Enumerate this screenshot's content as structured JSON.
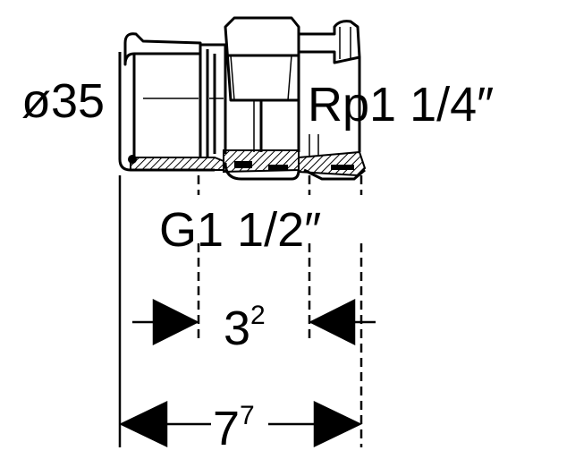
{
  "labels": {
    "pipe_diameter": "ø35",
    "inner_thread": "Rp1 1/4″",
    "outer_thread": "G1 1/2″"
  },
  "dimensions": {
    "short": {
      "base": "3",
      "sup": "2"
    },
    "overall": {
      "base": "7",
      "sup": "7"
    }
  }
}
